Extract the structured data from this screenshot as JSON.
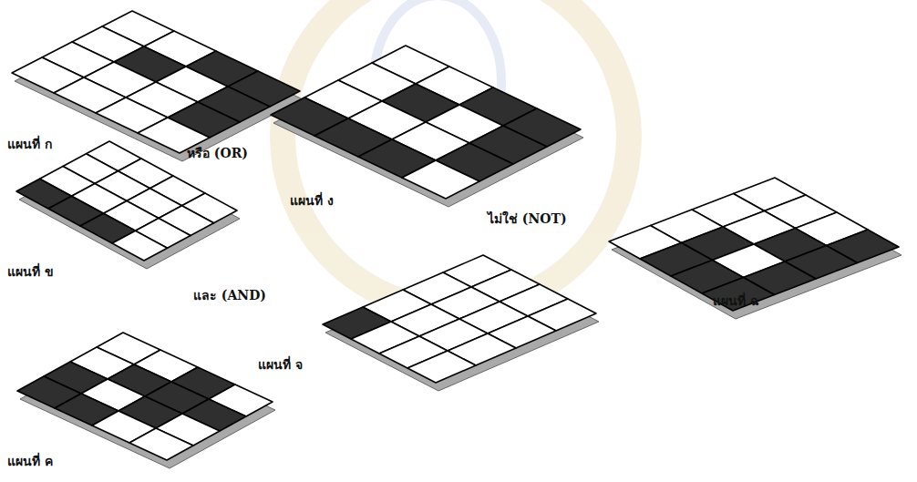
{
  "diagram": {
    "labels": [
      "แผนที่ ก",
      "หรือ (OR)",
      "แผนที่ ง",
      "ไม่ใช่ (NOT)",
      "แผนที่ ฉ",
      "แผนที่ ข",
      "และ (AND)",
      "แผนที่ จ",
      "แผนที่ ค"
    ]
  }
}
